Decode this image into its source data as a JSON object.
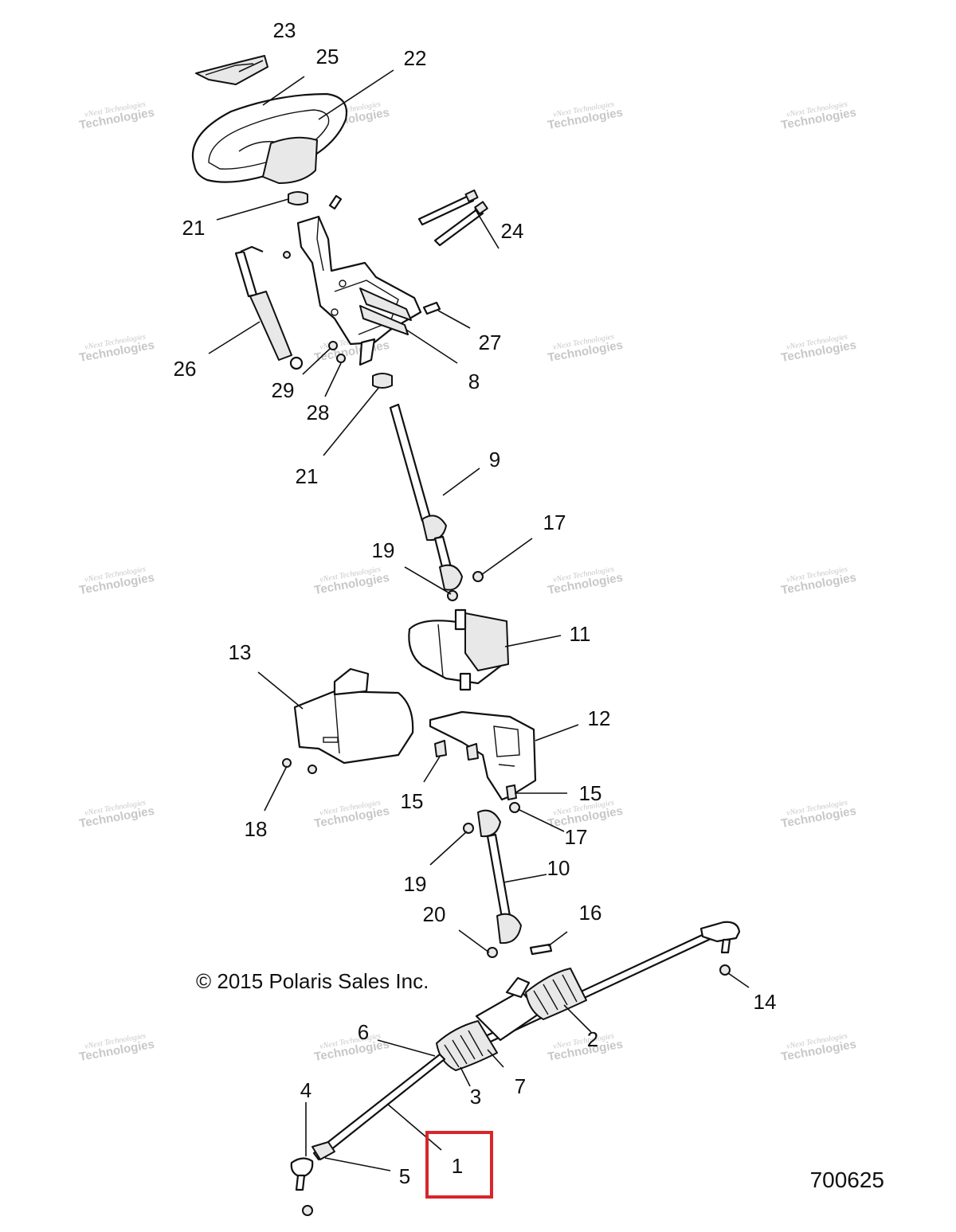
{
  "diagram": {
    "copyright": "© 2015 Polaris Sales Inc.",
    "drawing_number": "700625",
    "highlighted_callout": "1",
    "watermark": {
      "line1": "vNext Technologies",
      "line2": "Technologies"
    },
    "callouts": [
      {
        "id": "c23",
        "label": "23"
      },
      {
        "id": "c25",
        "label": "25"
      },
      {
        "id": "c22",
        "label": "22"
      },
      {
        "id": "c21a",
        "label": "21"
      },
      {
        "id": "c24",
        "label": "24"
      },
      {
        "id": "c26",
        "label": "26"
      },
      {
        "id": "c27",
        "label": "27"
      },
      {
        "id": "c29",
        "label": "29"
      },
      {
        "id": "c28",
        "label": "28"
      },
      {
        "id": "c8",
        "label": "8"
      },
      {
        "id": "c21b",
        "label": "21"
      },
      {
        "id": "c9",
        "label": "9"
      },
      {
        "id": "c17a",
        "label": "17"
      },
      {
        "id": "c19a",
        "label": "19"
      },
      {
        "id": "c11",
        "label": "11"
      },
      {
        "id": "c13",
        "label": "13"
      },
      {
        "id": "c12",
        "label": "12"
      },
      {
        "id": "c15a",
        "label": "15"
      },
      {
        "id": "c15b",
        "label": "15"
      },
      {
        "id": "c18",
        "label": "18"
      },
      {
        "id": "c17b",
        "label": "17"
      },
      {
        "id": "c19b",
        "label": "19"
      },
      {
        "id": "c10",
        "label": "10"
      },
      {
        "id": "c20",
        "label": "20"
      },
      {
        "id": "c16",
        "label": "16"
      },
      {
        "id": "c14",
        "label": "14"
      },
      {
        "id": "c6",
        "label": "6"
      },
      {
        "id": "c2",
        "label": "2"
      },
      {
        "id": "c4",
        "label": "4"
      },
      {
        "id": "c7",
        "label": "7"
      },
      {
        "id": "c3",
        "label": "3"
      },
      {
        "id": "c1",
        "label": "1"
      },
      {
        "id": "c5",
        "label": "5"
      }
    ]
  }
}
